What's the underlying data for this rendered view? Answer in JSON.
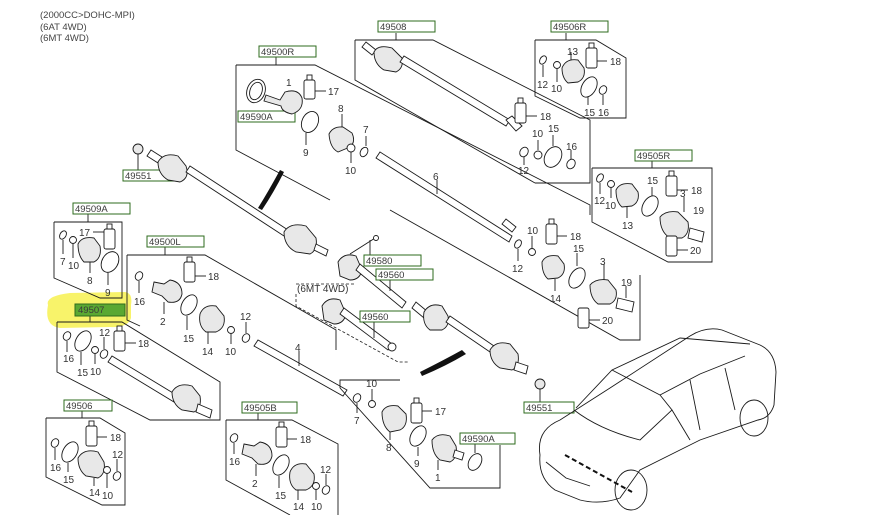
{
  "header": {
    "lines": [
      "(2000CC>DOHC-MPI)",
      "(6AT 4WD)",
      "(6MT 4WD)"
    ]
  },
  "highlight": {
    "color": "#f7f25a",
    "code": "49507",
    "code_fill": "#5aa832"
  },
  "accent": {
    "label_border": "#2e6b1c"
  },
  "groups": [
    {
      "code": "49500R",
      "parts": [
        "1",
        "17",
        "8",
        "9",
        "10",
        "7",
        "49590A"
      ]
    },
    {
      "code": "49508",
      "parts": [
        "18",
        "10",
        "12",
        "15",
        "16"
      ]
    },
    {
      "code": "49506R",
      "parts": [
        "13",
        "18",
        "12",
        "10",
        "15",
        "16"
      ]
    },
    {
      "code": "49505R",
      "parts": [
        "12",
        "10",
        "13",
        "15",
        "18",
        "3",
        "19",
        "20"
      ]
    },
    {
      "code": "49509A",
      "parts": [
        "17",
        "7",
        "10",
        "8",
        "9"
      ]
    },
    {
      "code": "49500L",
      "parts": [
        "18",
        "16",
        "2",
        "15",
        "14",
        "10",
        "12"
      ]
    },
    {
      "code": "49507",
      "parts": [
        "16",
        "15",
        "10",
        "12",
        "18"
      ]
    },
    {
      "code": "49506",
      "parts": [
        "18",
        "16",
        "15",
        "14",
        "10",
        "12"
      ]
    },
    {
      "code": "49505B",
      "parts": [
        "18",
        "16",
        "2",
        "15",
        "14",
        "10",
        "12"
      ]
    },
    {
      "code": "49590A",
      "parts": [
        "10",
        "7",
        "8",
        "17",
        "9",
        "1"
      ]
    }
  ],
  "labels": {
    "l49500R": "49500R",
    "l49508": "49508",
    "l49506R": "49506R",
    "l49505R": "49505R",
    "l49509A": "49509A",
    "l49500L": "49500L",
    "l49507": "49507",
    "l49506": "49506",
    "l49505B": "49505B",
    "l49590A_top": "49590A",
    "l49590A_bottom": "49590A",
    "l49551_top": "49551",
    "l49551_bottom": "49551",
    "l49580": "49580",
    "l49560_a": "49560",
    "l49560_b": "49560",
    "variant_6mt": "(6MT 4WD)",
    "shaft_6": "6",
    "shaft_4": "4"
  },
  "numbers": {
    "n1": "1",
    "n2": "2",
    "n3": "3",
    "n4": "4",
    "n6": "6",
    "n7": "7",
    "n8": "8",
    "n9": "9",
    "n10": "10",
    "n12": "12",
    "n13": "13",
    "n14": "14",
    "n15": "15",
    "n16": "16",
    "n17": "17",
    "n18": "18",
    "n19": "19",
    "n20": "20"
  }
}
